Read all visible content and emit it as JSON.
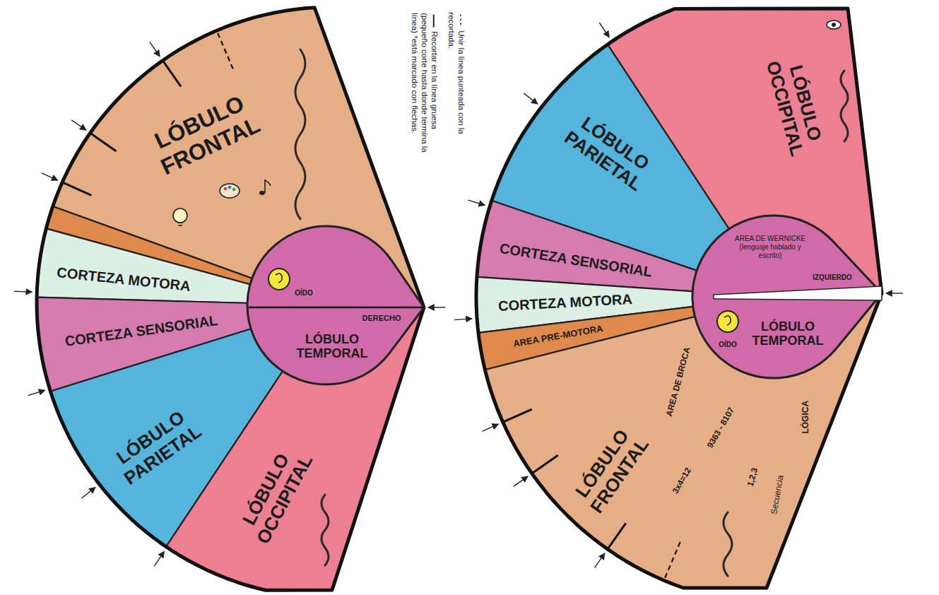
{
  "diagram": {
    "nodes": [
      {
        "text": [
          "LÓBULO FRONTAL"
        ]
      },
      {
        "text": [
          "CORTEZA MOTORA"
        ]
      },
      {
        "text": [
          "CORTEZA SENSORIAL"
        ]
      },
      {
        "text": [
          "LÓBULO PARIETAL"
        ]
      },
      {
        "text": [
          "LÓBULO OCCIPITAL"
        ]
      },
      {
        "text": [
          "LÓBULO TEMPORAL"
        ]
      },
      {
        "text": [
          "LÓBULO OCCIPITAL"
        ]
      },
      {
        "text": [
          "LÓBULO PARIETAL"
        ]
      },
      {
        "text": [
          "CORTEZA SENSORIAL"
        ]
      },
      {
        "text": [
          "CORTEZA MOTORA"
        ]
      },
      {
        "text": [
          "AREA PRE-MOTORA"
        ]
      },
      {
        "text": [
          "LÓBULO FRONTAL"
        ]
      },
      {
        "text": [
          "LÓBULO TEMPORAL"
        ]
      }
    ],
    "labels": [
      "Recortar en la línea gruesa (pequeño corte hasta donde termina la línea) *está marcado con flechas.",
      "Unir la línea punteada con la recortada.",
      "OÍDO",
      "DERECHO",
      "AREA DE WERNICKE (lenguaje hablado y escrito)",
      "IZQUIERDO",
      "OÍDO",
      "AREA DE BROCA",
      "9363 - 8107",
      "3x4=12",
      "1,2,3",
      "Secuencia",
      "LÓGICA"
    ]
  }
}
